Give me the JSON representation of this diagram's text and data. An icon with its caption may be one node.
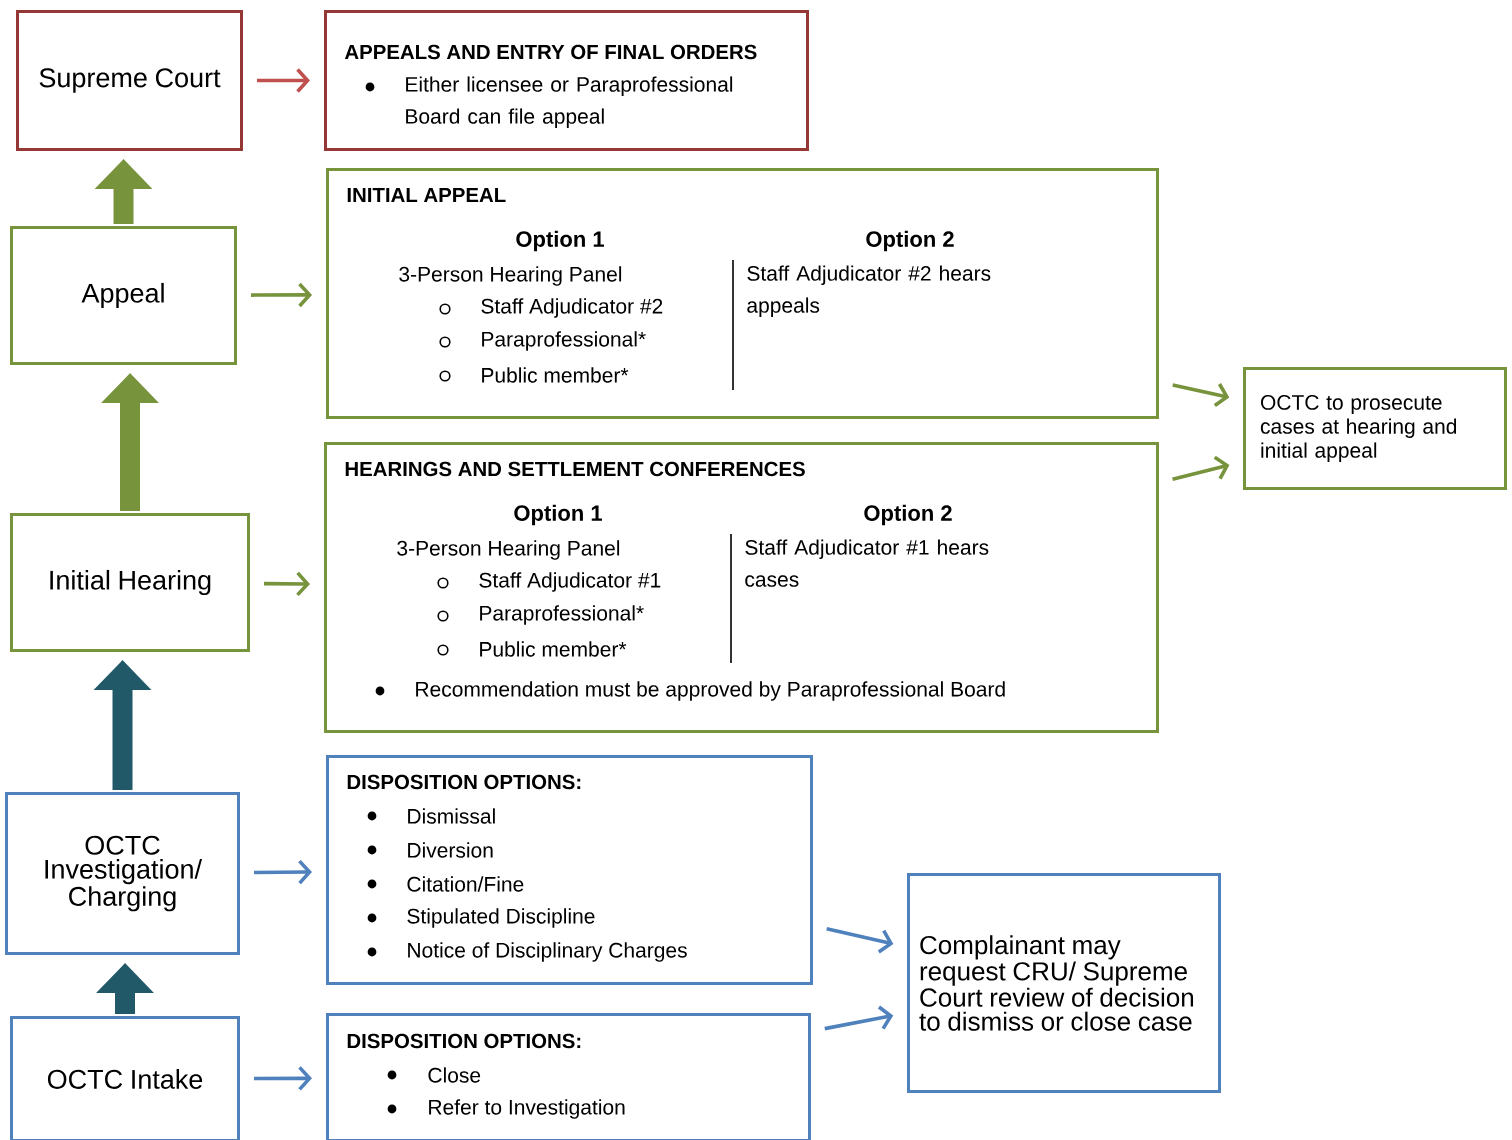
{
  "diagram": {
    "nodes": [
      {
        "text": [
          "Supreme Court"
        ]
      },
      {
        "text": [
          "APPEALS AND ENTRY OF FINAL ORDERS",
          "Either licensee or Paraprofessional Board can file appeal"
        ]
      },
      {
        "text": [
          "Appeal"
        ]
      },
      {
        "text": [
          "INITIAL APPEAL",
          "Option 1",
          "3-Person Hearing Panel",
          "Staff Adjudicator #2",
          "Paraprofessional*",
          "Public member*",
          "Option 2",
          "Staff Adjudicator #2 hears appeals"
        ]
      },
      {
        "text": [
          "Initial Hearing"
        ]
      },
      {
        "text": [
          "HEARINGS AND SETTLEMENT CONFERENCES",
          "Option 1",
          "3-Person Hearing Panel",
          "Staff Adjudicator #1",
          "Paraprofessional*",
          "Public member*",
          "Option 2",
          "Staff Adjudicator #1 hears cases",
          "Recommendation must be approved by Paraprofessional Board"
        ]
      },
      {
        "text": [
          "OCTC to prosecute cases at hearing and initial appeal"
        ]
      },
      {
        "text": [
          "OCTC Investigation/ Charging"
        ]
      },
      {
        "text": [
          "DISPOSITION OPTIONS:",
          "Dismissal",
          "Diversion",
          "Citation/Fine",
          "Stipulated Discipline",
          "Notice of Disciplinary Charges"
        ]
      },
      {
        "text": [
          "OCTC Intake"
        ]
      },
      {
        "text": [
          "DISPOSITION OPTIONS:",
          "Close",
          "Refer to Investigation"
        ]
      },
      {
        "text": [
          "Complainant may request CRU/ Supreme Court review of decision to dismiss or close case"
        ]
      }
    ],
    "edges": [
      {
        "from": 2,
        "to": 0,
        "arrow": "to",
        "style": "thick"
      },
      {
        "from": 0,
        "to": 1,
        "arrow": "to",
        "color": "#c0504d"
      },
      {
        "from": 4,
        "to": 2,
        "arrow": "to",
        "style": "thick"
      },
      {
        "from": 2,
        "to": 3,
        "arrow": "to"
      },
      {
        "from": 4,
        "to": 5,
        "arrow": "to"
      },
      {
        "from": 3,
        "to": 6,
        "arrow": "to"
      },
      {
        "from": 5,
        "to": 6,
        "arrow": "to"
      },
      {
        "from": 7,
        "to": 4,
        "arrow": "to",
        "style": "thick",
        "color": "#215968"
      },
      {
        "from": 7,
        "to": 8,
        "arrow": "to",
        "color": "#4f81bd"
      },
      {
        "from": 9,
        "to": 7,
        "arrow": "to",
        "style": "thick",
        "color": "#215968"
      },
      {
        "from": 9,
        "to": 10,
        "arrow": "to",
        "color": "#4f81bd"
      },
      {
        "from": 8,
        "to": 11,
        "arrow": "to",
        "color": "#4f81bd"
      },
      {
        "from": 10,
        "to": 11,
        "arrow": "to",
        "color": "#4f81bd"
      }
    ]
  }
}
